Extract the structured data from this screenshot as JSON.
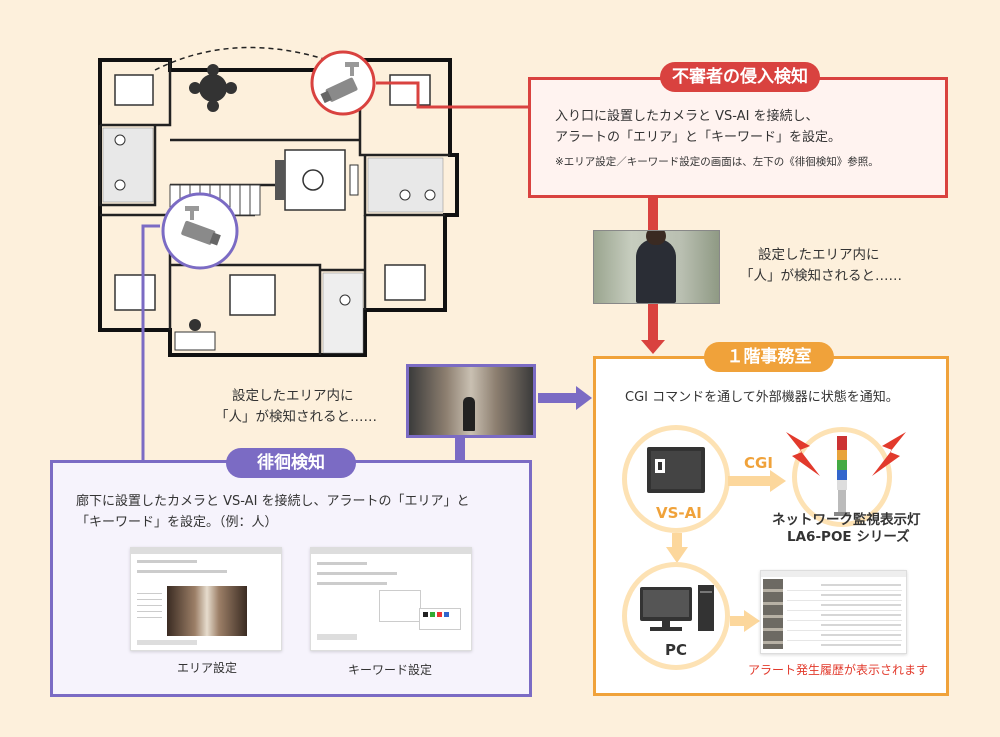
{
  "intrusion": {
    "title": "不審者の侵入検知",
    "line1": "入り口に設置したカメラと VS-AI を接続し、",
    "line2": "アラートの「エリア」と「キーワード」を設定。",
    "note": "※エリア設定／キーワード設定の画面は、左下の《徘徊検知》参照。"
  },
  "detect_right": {
    "line1": "設定したエリア内に",
    "line2": "「人」が検知されると……"
  },
  "detect_left": {
    "line1": "設定したエリア内に",
    "line2": "「人」が検知されると……"
  },
  "office": {
    "title": "１階事務室",
    "desc": "CGI コマンドを通して外部機器に状態を通知。",
    "vsai_label": "VS-AI",
    "cgi_label": "CGI",
    "lamp_label1": "ネットワーク監視表示灯",
    "lamp_label2": "LA6-POE シリーズ",
    "pc_label": "PC",
    "alert_history": "アラート発生履歴が表示されます"
  },
  "loitering": {
    "title": "徘徊検知",
    "line1": "廊下に設置したカメラと VS-AI を接続し、アラートの「エリア」と",
    "line2": "「キーワード」を設定。（例：人）",
    "area_label": "エリア設定",
    "keyword_label": "キーワード設定"
  },
  "colors": {
    "red": "#d9423f",
    "purple": "#7b6bc4",
    "orange": "#f0a23a",
    "background": "#fdf0dc"
  }
}
